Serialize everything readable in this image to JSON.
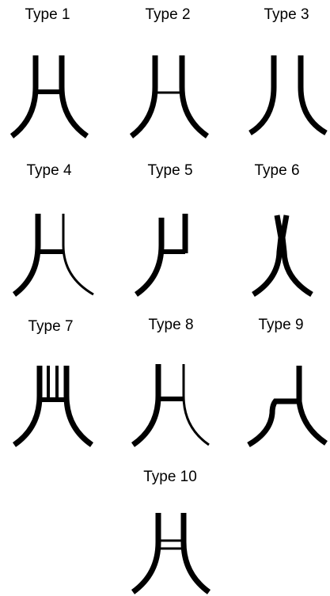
{
  "labels": [
    "Type 1",
    "Type 2",
    "Type 3",
    "Type 4",
    "Type 5",
    "Type 6",
    "Type 7",
    "Type 8",
    "Type 9",
    "Type 10"
  ],
  "stroke_color": "#000000"
}
